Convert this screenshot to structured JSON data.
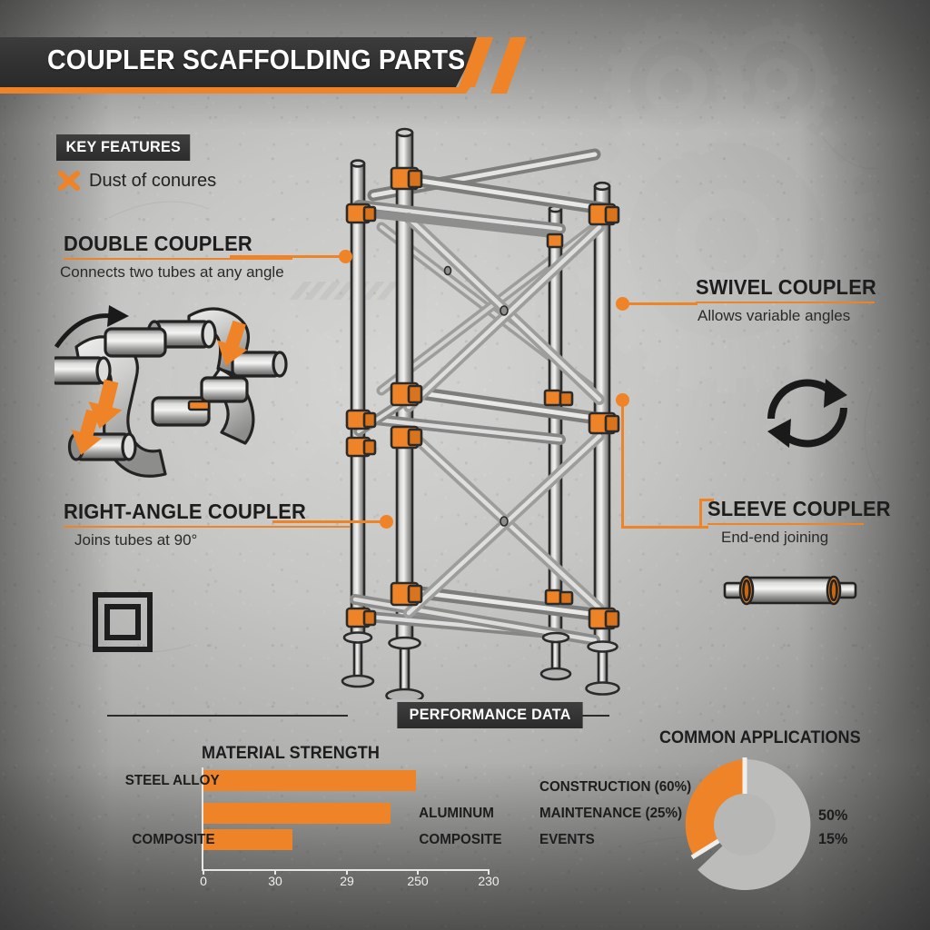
{
  "header": {
    "title": "COUPLER SCAFFOLDING PARTS"
  },
  "key_features": {
    "badge": "KEY FEATURES",
    "item_label": "Dust of conures",
    "item_icon": "x-mark-icon"
  },
  "callouts": [
    {
      "key": "double",
      "title": "DOUBLE COUPLER",
      "subtitle": "Connects two tubes at any angle"
    },
    {
      "key": "right_angle",
      "title": "RIGHT-ANGLE COUPLER",
      "subtitle": "Joins tubes at 90°"
    },
    {
      "key": "swivel",
      "title": "SWIVEL COUPLER",
      "subtitle": "Allows variable angles"
    },
    {
      "key": "sleeve",
      "title": "SLEEVE COUPLER",
      "subtitle": "End-end joining"
    }
  ],
  "icons": {
    "rotation": "rotation-arrows-icon",
    "nested_square": "nested-square-icon",
    "sleeve_part": "sleeve-coupler-part-icon",
    "double_part": "double-coupler-part-illustration",
    "scaffold": "scaffold-tower-illustration"
  },
  "performance": {
    "badge": "PERFORMANCE DATA"
  },
  "colors": {
    "accent": "#ef8327",
    "dark": "#2b2b2b",
    "text": "#1d1d1d",
    "donut_gray": "#bcbcba",
    "metal_light": "#e9e9e7",
    "metal_dark": "#6e6e6e"
  },
  "chart_data": [
    {
      "type": "bar",
      "orientation": "horizontal",
      "title": "MATERIAL STRENGTH",
      "categories": [
        "STEEL ALLOY",
        "ALUMINUM",
        "COMPOSITE"
      ],
      "values": [
        250,
        220,
        100
      ],
      "left_labels": [
        "STEEL ALLOY",
        "",
        "COMPOSITE"
      ],
      "right_labels": [
        "",
        "ALUMINUM",
        "COMPOSITE"
      ],
      "xlabel": "",
      "ylabel": "",
      "xlim": [
        0,
        290
      ],
      "tick_labels": [
        "0",
        "30",
        "29",
        "250",
        "230"
      ],
      "tick_positions": [
        0,
        72.5,
        145,
        217.5,
        290
      ],
      "grid": false
    },
    {
      "type": "pie",
      "variant": "donut",
      "title": "COMMON APPLICATIONS",
      "labels": [
        "CONSTRUCTION (60%)",
        "MAINTENANCE (25%)",
        "EVENTS"
      ],
      "values": [
        26,
        74
      ],
      "side_values": [
        "50%",
        "15%"
      ],
      "legend_position": "left"
    }
  ]
}
